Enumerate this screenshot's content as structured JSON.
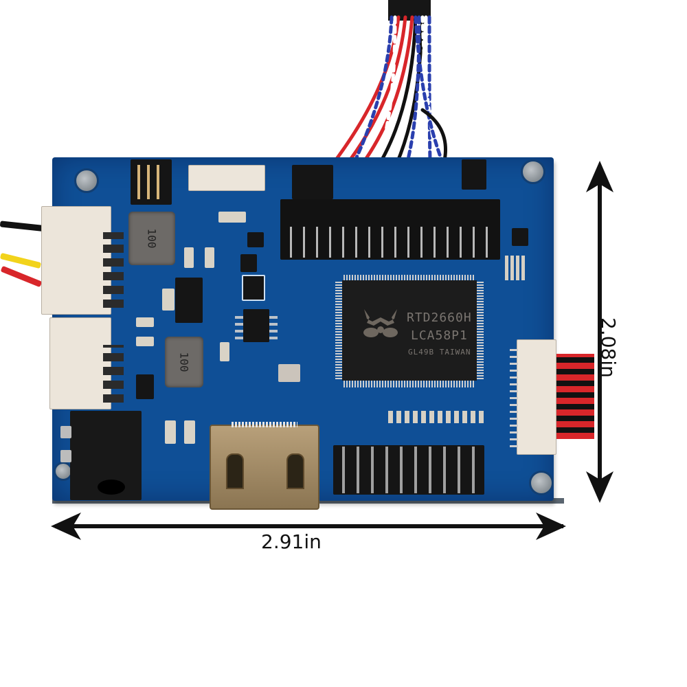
{
  "image": {
    "subject": "LCD controller board with RTD2660H chip",
    "background_color": "#ffffff",
    "pcb_color": "#0f4f96"
  },
  "chip": {
    "line1": "RTD2660H",
    "line2": "LCA58P1",
    "line3": "GL49B TAIWAN"
  },
  "inductors": [
    {
      "marking": "100"
    },
    {
      "marking": "100"
    }
  ],
  "dimensions": {
    "width_label": "2.91in",
    "height_label": "2.08in"
  },
  "cables": {
    "left_wires": [
      "#111111",
      "#f2d31b",
      "#d8262a"
    ],
    "right_ribbon": [
      "#111111",
      "#d8262a"
    ],
    "top_harness": [
      "#2a3fae",
      "#ffffff",
      "#d8262a",
      "#111111"
    ]
  }
}
